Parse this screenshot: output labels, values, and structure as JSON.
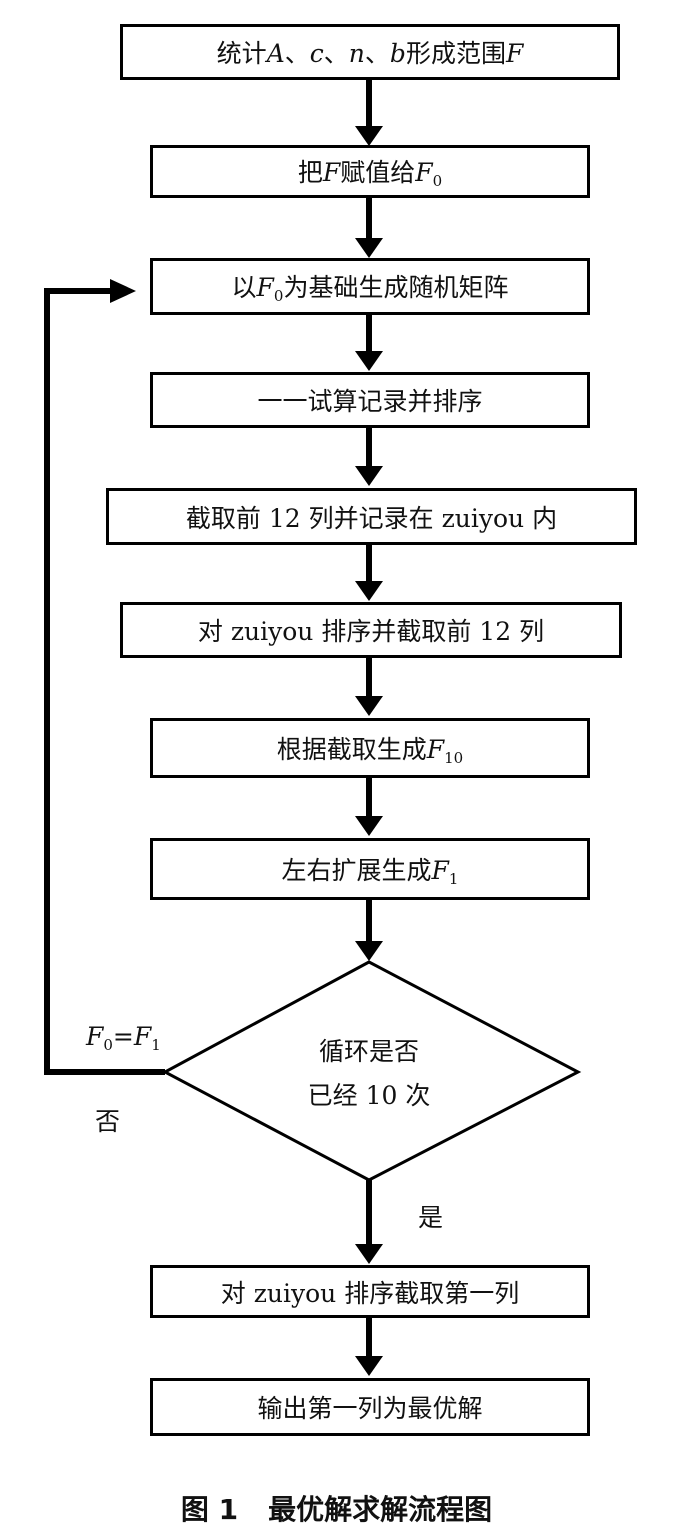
{
  "nodes": {
    "n1": {
      "prefix": "统计",
      "A": "A",
      "sep1": "、",
      "c": "c",
      "sep2": "、",
      "n": "n",
      "sep3": "、",
      "b": "b",
      "suffix": "形成范围",
      "F": "F"
    },
    "n2": {
      "prefix": "把",
      "F": "F",
      "mid": "赋值给",
      "F0": "F",
      "sub0": "0"
    },
    "n3": {
      "prefix": "以",
      "F": "F",
      "sub": "0",
      "suffix": "为基础生成随机矩阵"
    },
    "n4": {
      "text": "一一试算记录并排序"
    },
    "n5": {
      "text": "截取前 12 列并记录在 zuiyou 内"
    },
    "n6": {
      "text": "对 zuiyou 排序并截取前 12 列"
    },
    "n7": {
      "prefix": "根据截取生成",
      "F": "F",
      "sub": "10"
    },
    "n8": {
      "prefix": "左右扩展生成",
      "F": "F",
      "sub": "1"
    },
    "decision": {
      "line1": "循环是否",
      "line2": "已经 10 次"
    },
    "n9": {
      "text": "对 zuiyou 排序截取第一列"
    },
    "n10": {
      "text": "输出第一列为最优解"
    }
  },
  "edge_labels": {
    "loop_F0": "F",
    "loop_sub0": "0",
    "loop_eq": "=",
    "loop_F1": "F",
    "loop_sub1": "1",
    "no": "否",
    "yes": "是"
  },
  "caption": {
    "number": "图 1",
    "title": "最优解求解流程图"
  }
}
